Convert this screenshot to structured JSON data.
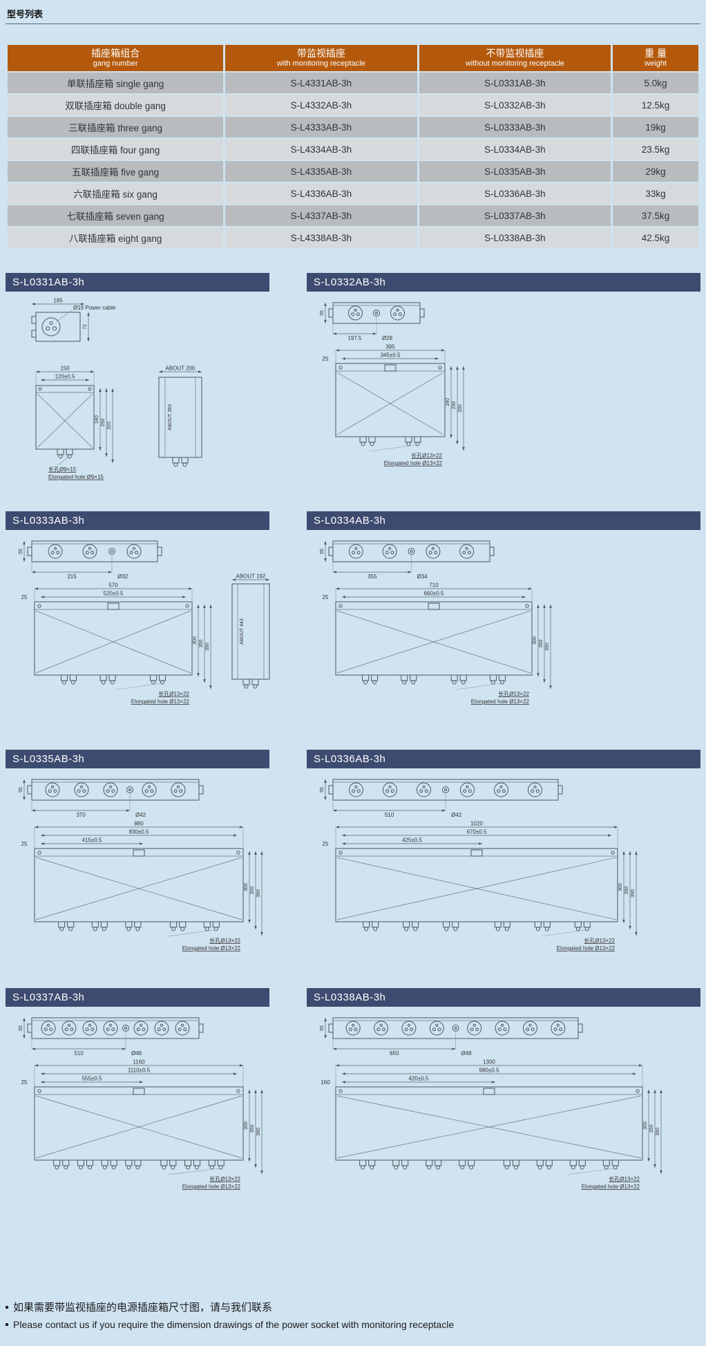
{
  "page": {
    "title": "型号列表"
  },
  "footer": {
    "zh": "如果需要带监视插座的电源插座箱尺寸图，请与我们联系",
    "en": "Please contact us if you require the dimension drawings of the power socket with monitoring receptacle"
  },
  "table": {
    "headers": [
      {
        "zh": "插座箱组合",
        "en": "gang number"
      },
      {
        "zh": "带监视插座",
        "en": "with monitoring receptacle"
      },
      {
        "zh": "不带监视插座",
        "en": "without monitoring receptacle"
      },
      {
        "zh": "重 量",
        "en": "weight"
      }
    ],
    "rows": [
      [
        "单联插座箱 single gang",
        "S-L4331AB-3h",
        "S-L0331AB-3h",
        "5.0kg"
      ],
      [
        "双联插座箱 double gang",
        "S-L4332AB-3h",
        "S-L0332AB-3h",
        "12.5kg"
      ],
      [
        "三联插座箱 three gang",
        "S-L4333AB-3h",
        "S-L0333AB-3h",
        "19kg"
      ],
      [
        "四联插座箱 four gang",
        "S-L4334AB-3h",
        "S-L0334AB-3h",
        "23.5kg"
      ],
      [
        "五联插座箱 five gang",
        "S-L4335AB-3h",
        "S-L0335AB-3h",
        "29kg"
      ],
      [
        "六联插座箱 six gang",
        "S-L4336AB-3h",
        "S-L0336AB-3h",
        "33kg"
      ],
      [
        "七联插座箱 seven gang",
        "S-L4337AB-3h",
        "S-L0337AB-3h",
        "37.5kg"
      ],
      [
        "八联插座箱 eight gang",
        "S-L4338AB-3h",
        "S-L0338AB-3h",
        "42.5kg"
      ]
    ]
  },
  "drawings": [
    {
      "model": "S-L0331AB-3h",
      "type": "single",
      "labels": {
        "top_w": "185",
        "cable": "Ø19 Power cable",
        "top_h": "72",
        "fv_top": [
          "150",
          "120±0.5"
        ],
        "fv_h": [
          "240",
          "290",
          "320"
        ],
        "side_w": "ABOUT 200",
        "side_h": "ABOUT 383",
        "note_zh": "长孔Ø9×15",
        "note_en": "Elongated hole Ø9×15"
      }
    },
    {
      "model": "S-L0332AB-3h",
      "type": "multi",
      "gangs": 2,
      "labels": {
        "tv_h": "55",
        "tv_center": "197.5",
        "tv_dia": "Ø28",
        "fv_top": [
          "395",
          "345±0.5"
        ],
        "fv_off": "25",
        "fv_h": [
          "240",
          "290",
          "330"
        ],
        "note_zh": "长孔Ø13×22",
        "note_en": "Elongated hole Ø13×22"
      }
    },
    {
      "model": "S-L0333AB-3h",
      "type": "multi",
      "gangs": 3,
      "side": {
        "w": "ABOUT 192",
        "h": "ABOUT 443"
      },
      "labels": {
        "tv_h": "55",
        "tv_center": "215",
        "tv_dia": "Ø32",
        "fv_top": [
          "570",
          "520±0.5"
        ],
        "fv_off": "25",
        "fv_h": [
          "300",
          "350",
          "390"
        ],
        "note_zh": "长孔Ø13×22",
        "note_en": "Elongated hole Ø13×22"
      }
    },
    {
      "model": "S-L0334AB-3h",
      "type": "multi",
      "gangs": 4,
      "labels": {
        "tv_h": "55",
        "tv_center": "355",
        "tv_dia": "Ø34",
        "fv_top": [
          "710",
          "660±0.5"
        ],
        "fv_off": "25",
        "fv_h": [
          "300",
          "350",
          "390"
        ],
        "note_zh": "长孔Ø13×22",
        "note_en": "Elongated hole Ø13×22"
      }
    },
    {
      "model": "S-L0335AB-3h",
      "type": "multi",
      "gangs": 5,
      "labels": {
        "tv_h": "55",
        "tv_center": "370",
        "tv_dia": "Ø42",
        "fv_top": [
          "880",
          "830±0.5",
          "415±0.5"
        ],
        "fv_off": "25",
        "fv_h": [
          "300",
          "350",
          "390"
        ],
        "note_zh": "长孔Ø13×22",
        "note_en": "Elongated hole Ø13×22"
      }
    },
    {
      "model": "S-L0336AB-3h",
      "type": "multi",
      "gangs": 6,
      "labels": {
        "tv_h": "55",
        "tv_center": "510",
        "tv_dia": "Ø42",
        "fv_top": [
          "1020",
          "970±0.5",
          "425±0.5"
        ],
        "fv_off": "25",
        "fv_h": [
          "300",
          "350",
          "390"
        ],
        "note_zh": "长孔Ø13×22",
        "note_en": "Elongated hole Ø13×22"
      }
    },
    {
      "model": "S-L0337AB-3h",
      "type": "multi",
      "gangs": 7,
      "labels": {
        "tv_h": "55",
        "tv_center": "510",
        "tv_dia": "Ø48",
        "fv_top": [
          "1160",
          "1110±0.5",
          "555±0.5"
        ],
        "fv_off": "25",
        "fv_h": [
          "300",
          "350",
          "390"
        ],
        "note_zh": "长孔Ø13×22",
        "note_en": "Elongated hole Ø13×22"
      }
    },
    {
      "model": "S-L0338AB-3h",
      "type": "multi",
      "gangs": 8,
      "labels": {
        "tv_h": "55",
        "tv_center": "650",
        "tv_dia": "Ø48",
        "fv_top": [
          "1300",
          "980±0.5",
          "420±0.5"
        ],
        "fv_off": "160",
        "fv_h": [
          "300",
          "350",
          "390"
        ],
        "note_zh": "长孔Ø13×22",
        "note_en": "Elongated hole Ø13×22"
      }
    }
  ]
}
